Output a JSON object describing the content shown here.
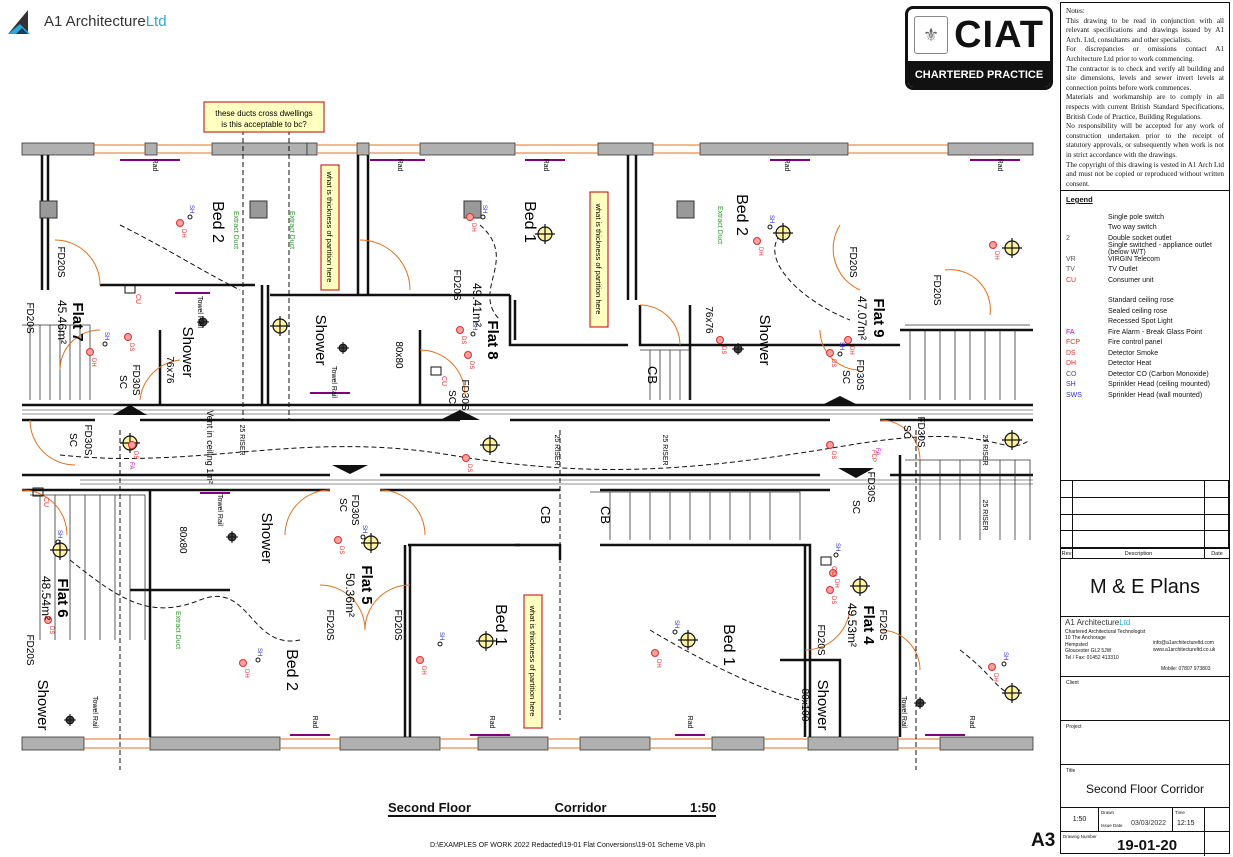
{
  "logo": {
    "name": "A1 Architecture",
    "suffix": "Ltd"
  },
  "ciat": {
    "word": "CIAT",
    "tagline": "CHARTERED PRACTICE"
  },
  "notes": {
    "heading": "Notes:",
    "paragraphs": [
      "This drawing to be read in conjunction with all relevant specifications and drawings issued by A1 Arch. Ltd, consultants and other specialists.",
      "For discrepancies or omissions contact A1 Architecture Ltd prior to work commencing.",
      "The contractor is to check and verify all building and site dimensions, levels and sewer invert levels at connection points before work commences.",
      "Materials and workmanship are to comply in all respects with current British Standard Specifications, British Code of Practice, Building Regulations.",
      "No responsibility will be accepted for any work of construction undertaken prior to the receipt of statutory approvals, or subsequently when work is not in strict accordance with the drawings.",
      "The copyright of this drawing is vested in A1 Arch Ltd and must not be copied or reproduced without written consent."
    ]
  },
  "legend": {
    "heading": "Legend",
    "items": [
      {
        "sym": "",
        "label": "Single pole switch"
      },
      {
        "sym": "",
        "label": "Two way switch"
      },
      {
        "sym": "2",
        "label": "Double socket outlet"
      },
      {
        "sym": "",
        "label": "Single switched - appliance outlet (below W/T)"
      },
      {
        "sym": "VR",
        "label": "VIRGIN Telecom"
      },
      {
        "sym": "TV",
        "label": "TV Outlet"
      },
      {
        "sym": "CU",
        "label": "Consumer unit"
      },
      {
        "sym": "",
        "label": "Standard ceiling rose"
      },
      {
        "sym": "",
        "label": "Sealed ceiling rose"
      },
      {
        "sym": "",
        "label": "Recessed Spot Light"
      },
      {
        "sym": "FA",
        "label": "Fire Alarm - Break Glass Point"
      },
      {
        "sym": "FCP",
        "label": "Fire control panel"
      },
      {
        "sym": "DS",
        "label": "Detector Smoke"
      },
      {
        "sym": "DH",
        "label": "Detector Heat"
      },
      {
        "sym": "CO",
        "label": "Detector CO (Carbon Monoxide)"
      },
      {
        "sym": "SH",
        "label": "Sprinkler Head (ceiling mounted)"
      },
      {
        "sym": "SWS",
        "label": "Sprinkler Head (wall mounted)"
      }
    ]
  },
  "revisions": {
    "rev": "Rev",
    "description": "Description",
    "date": "Date"
  },
  "drawing_type": "M & E Plans",
  "company": {
    "role": "Chartered Architectural Technologist",
    "address": [
      "10 The Anchorage",
      "Hempsted",
      "Gloucester GL2 5JW"
    ],
    "tel": "Tel / Fax: 01452 413310",
    "email": "info@a1architectureltd.com",
    "web": "www.a1architectureltd.co.uk",
    "mobile": "Mobile: 07807 973803"
  },
  "client_label": "Client",
  "project_label": "Project",
  "title_label": "Title",
  "title": "Second Floor Corridor",
  "scale": "1:50",
  "drawn_label": "Drawn",
  "issue_date_label": "Issue Date",
  "issue_date": "03/03/2022",
  "time_label": "Time",
  "time": "12:15",
  "drawing_number_label": "Drawing Number",
  "drawing_number": "19-01-20",
  "paper_size": "A3",
  "caption": {
    "floor": "Second Floor",
    "area": "Corridor",
    "scale": "1:50"
  },
  "file_path": "D:\\EXAMPLES OF WORK 2022 Redacted\\19-01 Flat Conversions\\19-01 Scheme V8.pln",
  "comments": [
    "these ducts cross dwellings",
    "is this acceptable to bc?",
    "what is thickness of partition here"
  ],
  "plan": {
    "flats": [
      {
        "name": "Flat 7",
        "area": "45.46m²"
      },
      {
        "name": "Flat 8",
        "area": "49.41m²"
      },
      {
        "name": "Flat 9",
        "area": "47.07m²"
      },
      {
        "name": "Flat 5",
        "area": "50.36m²"
      },
      {
        "name": "Flat 6",
        "area": "48.54m²"
      },
      {
        "name": "Flat 4",
        "area": "49.53m²"
      }
    ],
    "rooms": {
      "bed1": "Bed 1",
      "bed2": "Bed 2",
      "shower": "Shower",
      "cb": "CB"
    },
    "sizes": [
      "76x76",
      "80x80",
      "80x100"
    ],
    "doors": {
      "fd20": "FD20S",
      "fd30": "FD30S",
      "sc": "SC"
    },
    "misc": {
      "riser": "25 RISER",
      "duct": "Extract Duct",
      "rad": "Rad",
      "towel": "Towel Rail",
      "vent": "Vent in ceiling 1m²",
      "cu": "CU",
      "ds": "DS",
      "dh": "DH",
      "sh": "SH",
      "fa": "FA",
      "fcp": "FCP"
    }
  }
}
